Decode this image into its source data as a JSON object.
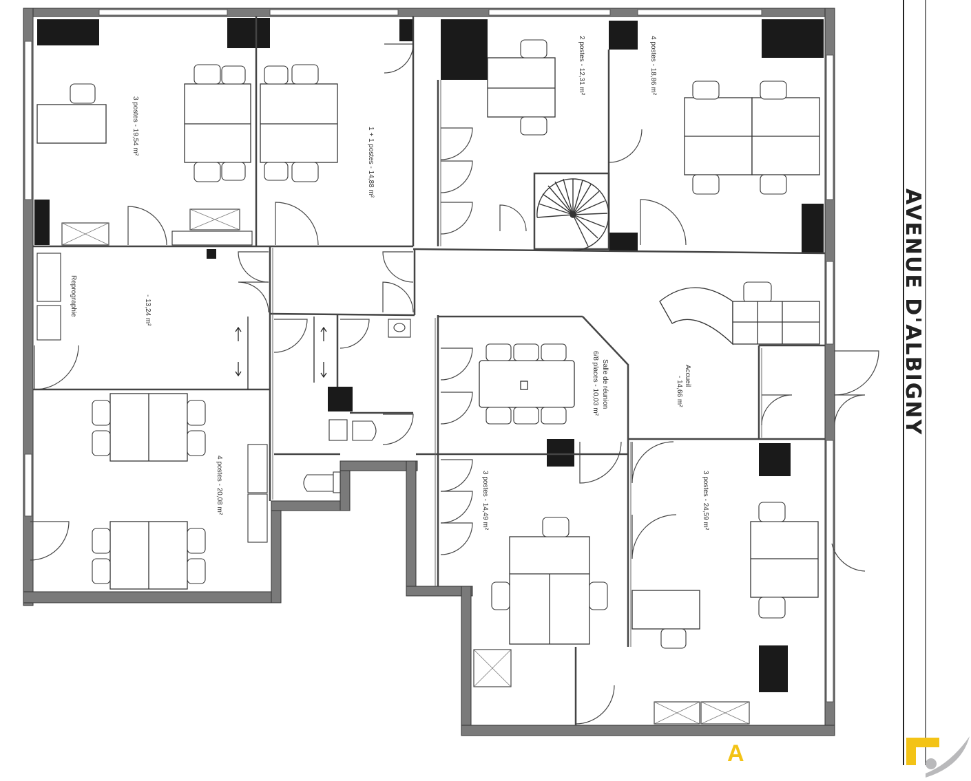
{
  "colors": {
    "wall": "#7a7a7a",
    "wall_edge": "#333333",
    "pillar": "#1a1a1a",
    "line": "#444444",
    "accent_yellow": "#f3c316",
    "accent_gray": "#b9b9bb"
  },
  "rooms": {
    "office_a": "3 postes - 19,54 m²",
    "office_b": "1 + 1 postes - 14,88 m²",
    "office_c": "2 postes - 12,31 m²",
    "office_d": "4 postes - 18,86 m²",
    "reprographie": "Reprographie",
    "reprographie_area": "- 13,24 m²",
    "office_e": "4 postes - 20,08 m²",
    "meeting_title": "Salle de réunion",
    "meeting_detail": "6/8 places - 10,03 m²",
    "accueil": "Accueil",
    "accueil_area": "- 14,66 m²",
    "office_f": "3 postes - 14,49 m²",
    "office_g": "3 postes - 24,59 m²"
  },
  "street": {
    "name": "AVENUE D'ALBIGNY"
  },
  "branding": {
    "letter": "A"
  },
  "icons": {
    "spiral_stair": "spiral-staircase-icon",
    "logo": "company-logo-icon",
    "door": "door-swing-icon",
    "chair": "chair-icon"
  }
}
